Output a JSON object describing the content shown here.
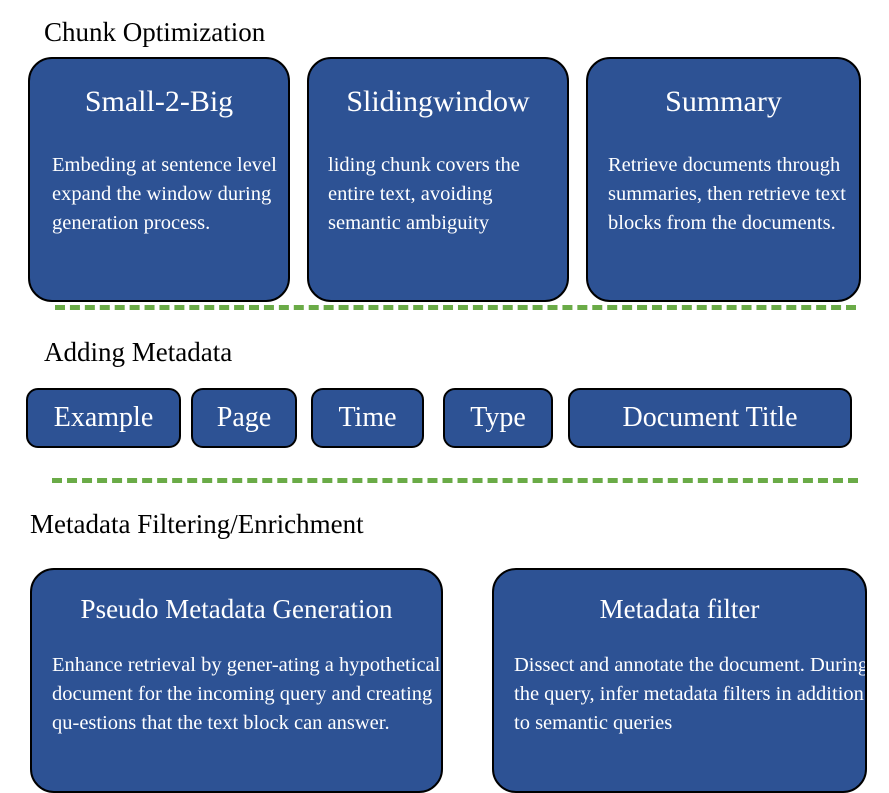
{
  "diagram": {
    "title_font_color": "#000000",
    "card_fill": "#2d5294",
    "card_border": "#000000",
    "divider_color": "#6aab47",
    "text_color": "#ffffff"
  },
  "sections": [
    {
      "heading": "Chunk Optimization",
      "cards": [
        {
          "title": "Small-2-Big",
          "body": "Embeding at sentence level expand the window during generation process."
        },
        {
          "title": "Slidingwindow",
          "body": "liding chunk covers the entire text, avoiding semantic ambiguity"
        },
        {
          "title": "Summary",
          "body": "Retrieve documents through summaries, then retrieve text blocks from the documents."
        }
      ]
    },
    {
      "heading": "Adding Metadata",
      "pills": [
        {
          "label": "Example"
        },
        {
          "label": "Page"
        },
        {
          "label": "Time"
        },
        {
          "label": "Type"
        },
        {
          "label": "Document Title"
        }
      ]
    },
    {
      "heading": "Metadata Filtering/Enrichment",
      "cards": [
        {
          "title": "Pseudo Metadata Generation",
          "body": "Enhance retrieval by gener-ating a hypothetical document for the incoming query and creating qu-estions that the text block can answer."
        },
        {
          "title": "Metadata filter",
          "body": "Dissect and annotate the document. During the query, infer metadata filters in addition to semantic queries"
        }
      ]
    }
  ]
}
